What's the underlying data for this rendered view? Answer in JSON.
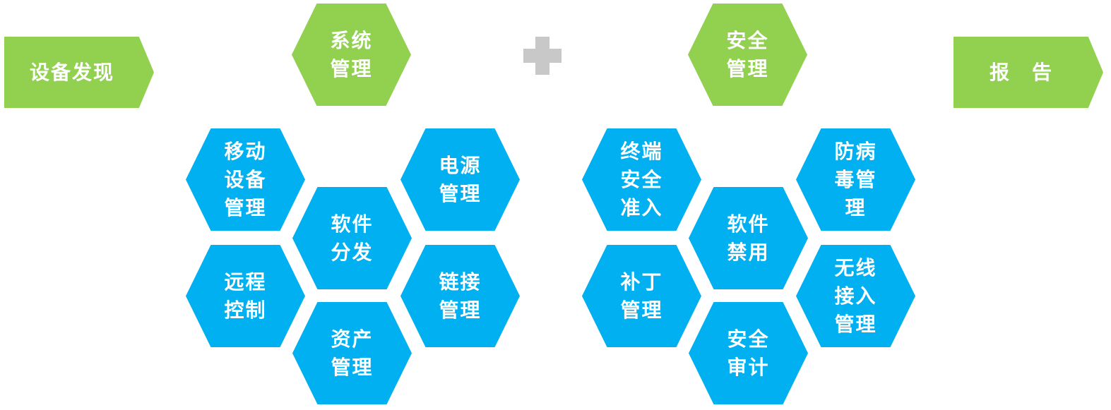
{
  "colors": {
    "green": "#92d050",
    "blue": "#00b0f0",
    "plus": "#c8c8c8"
  },
  "header": {
    "start": "设备发现",
    "system_management": "系统\n管理",
    "plus_icon": "plus-icon",
    "security_management": "安全\n管理",
    "end": "报　告"
  },
  "system_modules": [
    "移动\n设备\n管理",
    "电源\n管理",
    "软件\n分发",
    "远程\n控制",
    "链接\n管理",
    "资产\n管理"
  ],
  "security_modules": [
    "终端\n安全\n准入",
    "防病\n毒管\n理",
    "软件\n禁用",
    "补丁\n管理",
    "无线\n接入\n管理",
    "安全\n审计"
  ]
}
